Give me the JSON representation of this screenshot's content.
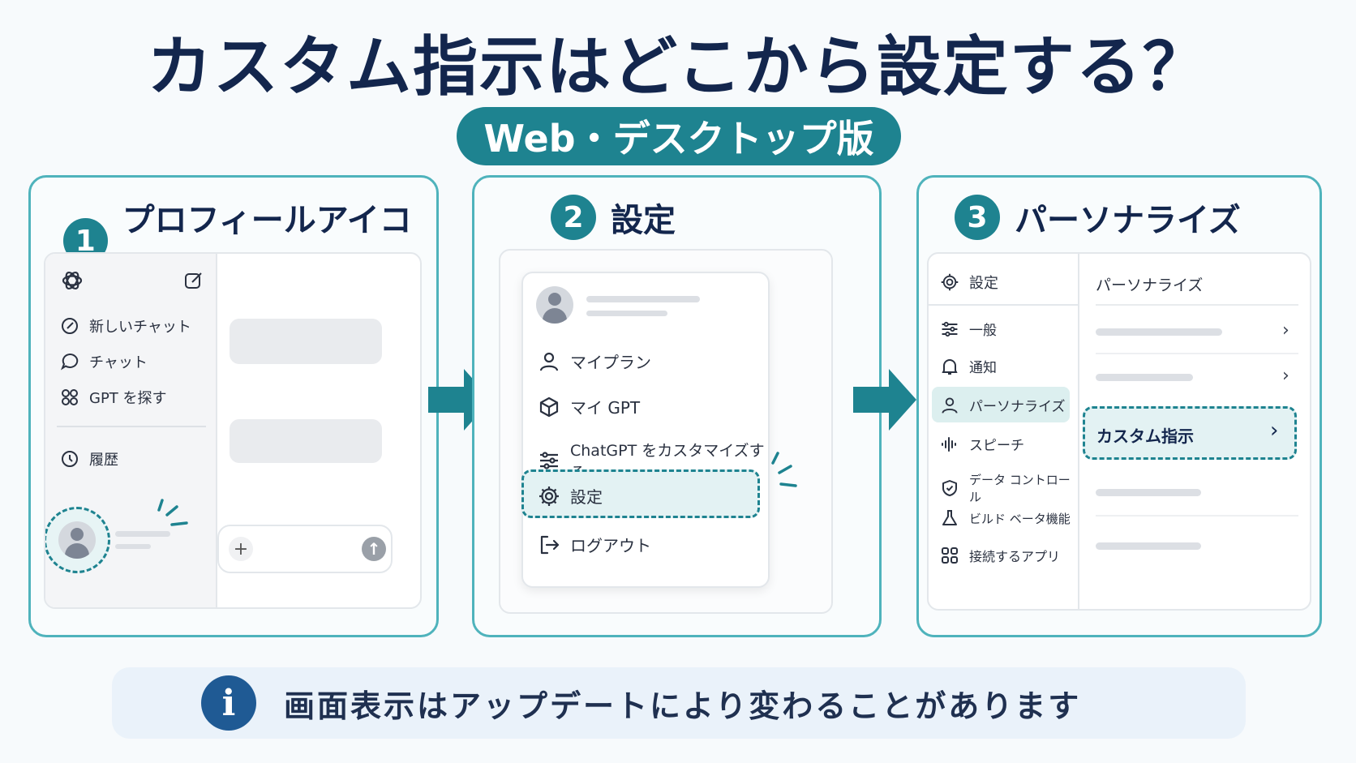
{
  "title": "カスタム指示はどこから設定する？",
  "subtitle_pill": "Web・デスクトップ版",
  "colors": {
    "accent": "#1e8390",
    "title": "#13264d",
    "panel_border": "#4fb3bc",
    "info": "#1f5a94"
  },
  "steps": [
    {
      "number": "1",
      "title": "プロフィールアイコン",
      "sidebar": {
        "items": [
          {
            "icon": "compose-icon",
            "label": "新しいチャット"
          },
          {
            "icon": "chat-bubble-icon",
            "label": "チャット"
          },
          {
            "icon": "grid-icon",
            "label": "GPT を探す"
          },
          {
            "icon": "clock-icon",
            "label": "履歴"
          }
        ]
      },
      "composer": {
        "plus": "+",
        "send": "↑"
      }
    },
    {
      "number": "2",
      "title": "設定",
      "menu": {
        "items": [
          {
            "icon": "user-icon",
            "label": "マイプラン"
          },
          {
            "icon": "cube-icon",
            "label": "マイ GPT"
          },
          {
            "icon": "sliders-icon",
            "label": "ChatGPT をカスタマイズする"
          },
          {
            "icon": "gear-icon",
            "label": "設定",
            "highlighted": true
          },
          {
            "icon": "logout-icon",
            "label": "ログアウト"
          }
        ]
      }
    },
    {
      "number": "3",
      "title": "パーソナライズ",
      "settings_nav": {
        "header": "設定",
        "items": [
          {
            "icon": "sliders-icon",
            "label": "一般"
          },
          {
            "icon": "bell-icon",
            "label": "通知"
          },
          {
            "icon": "user-icon",
            "label": "パーソナライズ",
            "active": true
          },
          {
            "icon": "waveform-icon",
            "label": "スピーチ"
          },
          {
            "icon": "shield-icon",
            "label": "データ コントロール"
          },
          {
            "icon": "flask-icon",
            "label": "ビルド ベータ機能"
          },
          {
            "icon": "grid-icon",
            "label": "接続するアプリ"
          }
        ]
      },
      "detail": {
        "header": "パーソナライズ",
        "highlight_item": "カスタム指示"
      }
    }
  ],
  "note": {
    "icon": "i",
    "text": "画面表示はアップデートにより変わることがあります"
  }
}
